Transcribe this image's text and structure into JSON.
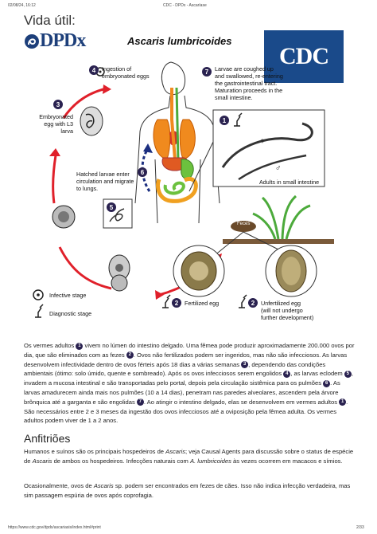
{
  "header": {
    "datetime": "02/08/24, 16:12",
    "page_title": "CDC - DPDx - Ascaríase"
  },
  "footer": {
    "url": "https://www.cdc.gov/dpdx/ascariasis/index.html#print",
    "page_num": "2/33"
  },
  "vida_util": "Vida útil:",
  "logo": {
    "text": "DPDx",
    "cdc": "CDC"
  },
  "diagram": {
    "title": "Ascaris lumbricoides",
    "steps": {
      "s1": "1",
      "s2": "2",
      "s3": "3",
      "s4": "4",
      "s5": "5",
      "s6": "6",
      "s7": "7"
    },
    "labels": {
      "ingestion_1": "Ingestion of",
      "ingestion_2": "embryonated eggs",
      "larvae_1": "Larvae are coughed up",
      "larvae_2": "and swallowed, re-entering",
      "larvae_3": "the gastrointestinal tract.",
      "larvae_4": "Maturation proceeds in the",
      "larvae_5": "small intestine.",
      "embryonated_1": "Embryonated",
      "embryonated_2": "egg with L3",
      "embryonated_3": "larva",
      "hatched_1": "Hatched larvae enter",
      "hatched_2": "circulation and migrate",
      "hatched_3": "to lungs.",
      "adults": "Adults in small intestine",
      "feces": "Feces",
      "infective": "Infective stage",
      "diagnostic": "Diagnostic stage",
      "fertilized": "Fertilized egg",
      "unfertilized_1": "Unfertilized egg",
      "unfertilized_2": "(will not undergo",
      "unfertilized_3": "further development)",
      "female": "♀",
      "male": "♂"
    }
  },
  "para1": {
    "a": "Os vermes adultos ",
    "b": " vivem no lúmen do intestino delgado. Uma fêmea pode produzir aproximadamente 200.000 ovos por dia, que são eliminados com as fezes ",
    "c": ". Ovos não fertilizados podem ser ingeridos, mas não são infecciosos. As larvas desenvolvem infectividade dentro de ovos férteis após 18 dias a várias semanas ",
    "d": ", dependendo das condições ambientais (ótimo: solo úmido, quente e sombreado). Após os ovos infecciosos serem engolidos ",
    "e": ", as larvas eclodem ",
    "f": ", invadem a mucosa intestinal e são transportadas pelo portal, depois pela circulação sistêmica para os pulmões ",
    "g": ". As larvas amadurecem ainda mais nos pulmões (10 a 14 dias), penetram nas paredes alveolares, ascendem pela árvore brônquica até a garganta e são engolidas ",
    "h": ". Ao atingir o intestino delgado, elas se desenvolvem em vermes adultos ",
    "i": ". São necessários entre 2 e 3 meses da ingestão dos ovos infecciosos até a oviposição pela fêmea adulta. Os vermes adultos podem viver de 1 a 2 anos."
  },
  "hosts": {
    "heading": "Anfitriões",
    "p1a": "Humanos e suínos são os principais hospedeiros de ",
    "p1b": "Ascaris",
    "p1c": "; veja Causal Agents para discussão sobre o status de espécie de ",
    "p1d": "Ascaris",
    "p1e": " de ambos os hospedeiros. Infecções naturais com ",
    "p1f": "A. lumbricoides",
    "p1g": " às vezes ocorrem em macacos e símios.",
    "p2a": "Ocasionalmente, ovos de ",
    "p2b": "Ascaris",
    "p2c": " sp. podem ser encontrados em fezes de cães. Isso não indica infecção verdadeira, mas sim passagem espúria de ovos após coprofagia."
  },
  "colors": {
    "badge": "#2a2250",
    "arrow_red": "#e0202a",
    "arrow_blue": "#1c2f80",
    "cdc_blue": "#1a4a8a"
  }
}
